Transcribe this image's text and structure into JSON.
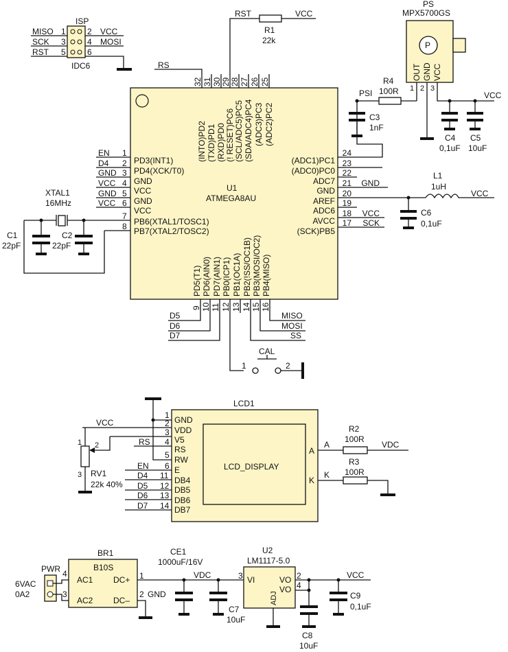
{
  "colors": {
    "component_fill": "#fdf5c6",
    "wire": "#111111"
  },
  "isp": {
    "ref": "ISP",
    "footprint": "IDC6",
    "pins": [
      {
        "num": "1",
        "net": "MISO"
      },
      {
        "num": "2",
        "net": "VCC"
      },
      {
        "num": "3",
        "net": "SCK"
      },
      {
        "num": "4",
        "net": "MOSI"
      },
      {
        "num": "5",
        "net": "RST"
      },
      {
        "num": "6",
        "net": ""
      }
    ]
  },
  "r1": {
    "ref": "R1",
    "value": "22k",
    "net_left": "RST",
    "net_right": "VCC"
  },
  "ps": {
    "ref": "PS",
    "part": "MPX5700GS",
    "symbol": "P",
    "pins": [
      {
        "num": "1",
        "name": "OUT"
      },
      {
        "num": "2",
        "name": "GND"
      },
      {
        "num": "3",
        "name": "VCC"
      }
    ]
  },
  "r4": {
    "ref": "R4",
    "value": "100R",
    "net": "PSI"
  },
  "c3": {
    "ref": "C3",
    "value": "1nF"
  },
  "c4": {
    "ref": "C4",
    "value": "0,1uF"
  },
  "c5": {
    "ref": "C5",
    "value": "10uF"
  },
  "vcc_ps": "VCC",
  "u1": {
    "ref": "U1",
    "part": "ATMEGA8AU",
    "left": [
      {
        "num": "1",
        "net": "EN",
        "name": "PD3(INT1)"
      },
      {
        "num": "2",
        "net": "D4",
        "name": "PD4(XCK/T0)"
      },
      {
        "num": "3",
        "net": "GND",
        "name": "GND"
      },
      {
        "num": "4",
        "net": "VCC",
        "name": "VCC"
      },
      {
        "num": "5",
        "net": "GND",
        "name": "GND"
      },
      {
        "num": "6",
        "net": "VCC",
        "name": "VCC"
      },
      {
        "num": "7",
        "net": "",
        "name": "PB6(XTAL1/TOSC1)"
      },
      {
        "num": "8",
        "net": "",
        "name": "PB7(XTAL2/TOSC2)"
      }
    ],
    "top": [
      {
        "num": "32",
        "name": "(INTO)PD2"
      },
      {
        "num": "31",
        "name": "(TXD)PD1"
      },
      {
        "num": "30",
        "name": "(RXD)PD0"
      },
      {
        "num": "29",
        "name": "(! RESET)PC6"
      },
      {
        "num": "28",
        "name": "(SCL/ADC5)PC5"
      },
      {
        "num": "27",
        "name": "(SDA/ADC4)PC4"
      },
      {
        "num": "26",
        "name": "(ADC3)PC3"
      },
      {
        "num": "25",
        "name": "(ADC2)PC2"
      }
    ],
    "top_net": "RS",
    "right": [
      {
        "num": "24",
        "net": "",
        "name": "(ADC1)PC1"
      },
      {
        "num": "23",
        "net": "",
        "name": "(ADC0)PC0"
      },
      {
        "num": "22",
        "net": "",
        "name": "ADC7"
      },
      {
        "num": "21",
        "net": "GND",
        "name": "GND"
      },
      {
        "num": "20",
        "net": "",
        "name": "AREF"
      },
      {
        "num": "19",
        "net": "",
        "name": "ADC6"
      },
      {
        "num": "18",
        "net": "VCC",
        "name": "AVCC"
      },
      {
        "num": "17",
        "net": "SCK",
        "name": "(SCK)PB5"
      }
    ],
    "bottom": [
      {
        "num": "9",
        "net": "D5",
        "name": "PD5(T1)"
      },
      {
        "num": "10",
        "net": "D6",
        "name": "PD6(AIN0)"
      },
      {
        "num": "11",
        "net": "D7",
        "name": "PD7(AIN1)"
      },
      {
        "num": "12",
        "net": "",
        "name": "PB0(ICP1)"
      },
      {
        "num": "13",
        "net": "",
        "name": "PB1(OC1A)"
      },
      {
        "num": "14",
        "net": "SS",
        "name": "PB2(!SS/OC1B)"
      },
      {
        "num": "15",
        "net": "MOSI",
        "name": "PB3(MOSI/OC2)"
      },
      {
        "num": "16",
        "net": "MISO",
        "name": "PB4(MISO)"
      }
    ]
  },
  "xtal1": {
    "ref": "XTAL1",
    "value": "16MHz"
  },
  "c1": {
    "ref": "C1",
    "value": "22pF"
  },
  "c2": {
    "ref": "C2",
    "value": "22pF"
  },
  "l1": {
    "ref": "L1",
    "value": "1uH",
    "net": "VCC"
  },
  "c6": {
    "ref": "C6",
    "value": "0,1uF"
  },
  "cal": {
    "ref": "CAL",
    "pin1": "1",
    "pin2": "2"
  },
  "lcd": {
    "ref": "LCD1",
    "display": "LCD_DISPLAY",
    "vcc": "VCC",
    "pins": [
      {
        "num": "1",
        "net": "",
        "name": "GND"
      },
      {
        "num": "2",
        "net": "",
        "name": "VDD"
      },
      {
        "num": "3",
        "net": "",
        "name": "V5"
      },
      {
        "num": "4",
        "net": "RS",
        "name": "RS"
      },
      {
        "num": "5",
        "net": "",
        "name": "RW"
      },
      {
        "num": "6",
        "net": "EN",
        "name": "E"
      },
      {
        "num": "11",
        "net": "D4",
        "name": "DB4"
      },
      {
        "num": "12",
        "net": "D5",
        "name": "DB5"
      },
      {
        "num": "13",
        "net": "D6",
        "name": "DB6"
      },
      {
        "num": "14",
        "net": "D7",
        "name": "DB7"
      }
    ],
    "a_pin": "A",
    "k_pin": "K",
    "a_net": "A",
    "k_net": "K"
  },
  "r2": {
    "ref": "R2",
    "value": "100R",
    "net": "VDC"
  },
  "r3": {
    "ref": "R3",
    "value": "100R"
  },
  "rv1": {
    "ref": "RV1",
    "value": "22k 40%",
    "pin1": "1",
    "pin2": "2",
    "pin3": "3"
  },
  "br1": {
    "ref": "BR1",
    "part": "B10S",
    "ac1": "AC1",
    "ac2": "AC2",
    "dcp": "DC+",
    "dcm": "DC–",
    "pin1": "1",
    "pin2": "2",
    "pin3": "3",
    "pin4": "4",
    "gnd": "GND"
  },
  "pwr": {
    "ref": "PWR",
    "spec1": "6VAC",
    "spec2": "0A2"
  },
  "ce1": {
    "ref": "CE1",
    "value": "1000uF/16V",
    "net": "VDC"
  },
  "c7": {
    "ref": "C7",
    "value": "10uF"
  },
  "u2": {
    "ref": "U2",
    "part": "LM1117-5.0",
    "vi": "VI",
    "vo": "VO",
    "adj": "ADJ",
    "pin2": "2",
    "pin3": "3",
    "pin4": "4",
    "net": "VCC"
  },
  "c8": {
    "ref": "C8",
    "value": "10uF"
  },
  "c9": {
    "ref": "C9",
    "value": "0,1uF"
  }
}
